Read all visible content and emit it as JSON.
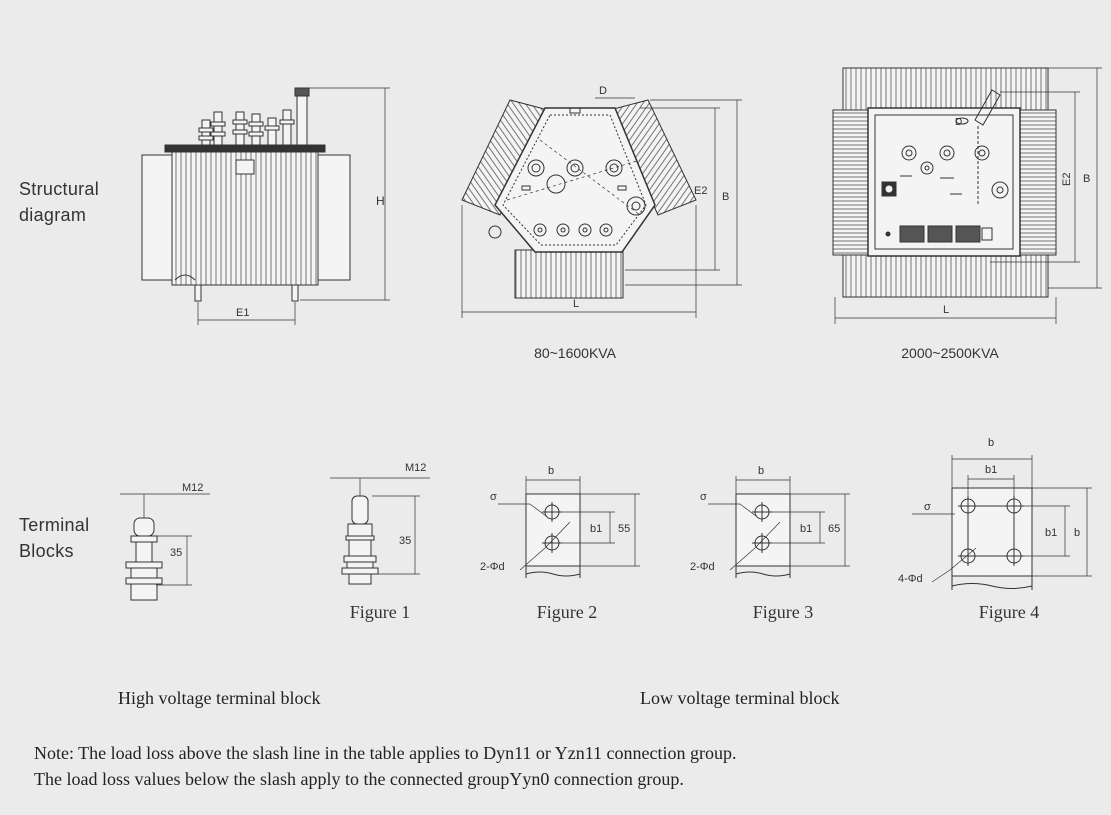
{
  "rows": {
    "structural": [
      "Structural",
      "diagram"
    ],
    "terminal": [
      "Terminal",
      "Blocks"
    ]
  },
  "dimension_labels": {
    "H": "H",
    "E1": "E1",
    "D": "D",
    "E2": "E2",
    "B": "B",
    "L": "L",
    "D_small": "D",
    "E2_right": "E2",
    "B_right": "B",
    "L_right": "L",
    "M12_a": "M12",
    "M12_b": "M12",
    "n35_a": "35",
    "n35_b": "35",
    "sigma_2": "σ",
    "sigma_3": "σ",
    "sigma_4": "σ",
    "b_2": "b",
    "b_3": "b",
    "b_4_top": "b",
    "b1_4_top": "b1",
    "b1_2": "b1",
    "b1_3": "b1",
    "b1_4": "b1",
    "b_4_side": "b",
    "n55": "55",
    "n65": "65",
    "holes_2": "2-Φd",
    "holes_3": "2-Φd",
    "holes_4": "4-Φd"
  },
  "captions": {
    "range_small": "80~1600KVA",
    "range_large": "2000~2500KVA"
  },
  "figures": [
    "Figure 1",
    "Figure 2",
    "Figure 3",
    "Figure 4"
  ],
  "blocks": {
    "high_voltage": "High voltage terminal block",
    "low_voltage": "Low voltage terminal block"
  },
  "note": [
    "Note: The load loss above the slash line in the table applies to Dyn11 or Yzn11 connection group.",
    "The load loss values below the slash apply to the connected groupYyn0 connection group."
  ]
}
